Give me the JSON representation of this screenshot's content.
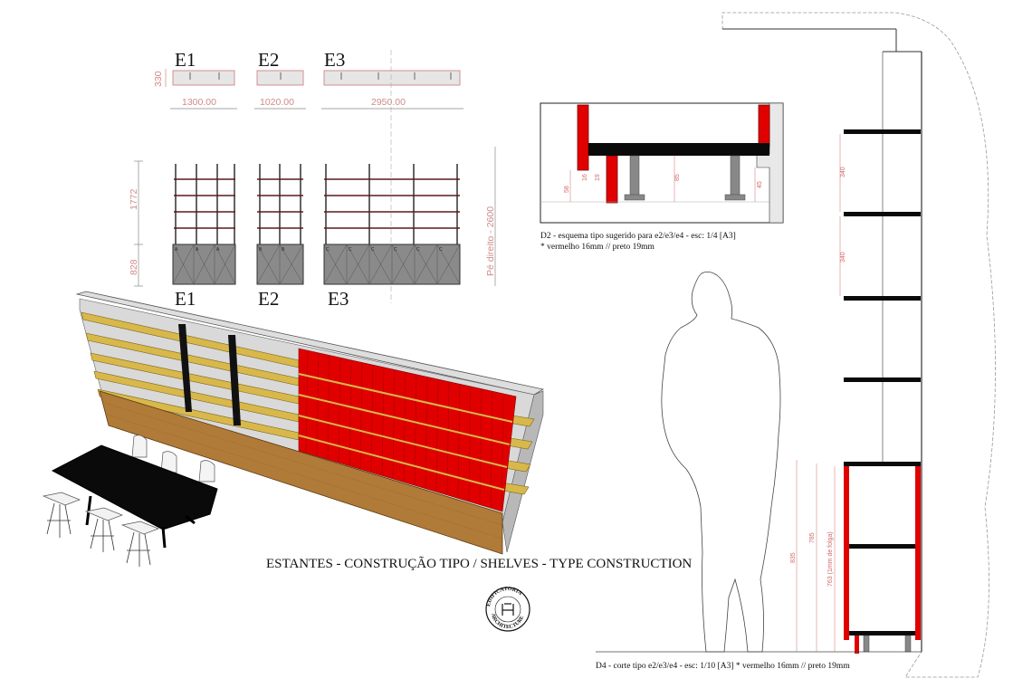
{
  "elevations": {
    "top_labels": [
      "E1",
      "E2",
      "E3"
    ],
    "bottom_labels": [
      "E1",
      "E2",
      "E3"
    ],
    "depth_dim": "330",
    "width_dims": [
      "1300.00",
      "1020.00",
      "2950.00"
    ],
    "height_upper": "1772",
    "height_lower": "828",
    "ceiling_height": "Pé direito - 2600",
    "cabinet_letters": {
      "e1": [
        "A",
        "A",
        "A"
      ],
      "e2": [
        "B",
        "B"
      ],
      "e3": [
        "C",
        "C",
        "C",
        "C",
        "C",
        "C"
      ]
    }
  },
  "detail_d2": {
    "caption": "D2 - esquema tipo sugerido para e2/e3/e4 - esc: 1/4  [A3]",
    "note": "* vermelho 16mm // preto 19mm",
    "dims": [
      "58",
      "16",
      "19",
      "85",
      "45"
    ]
  },
  "detail_d4": {
    "caption": "D4 - corte tipo e2/e3/e4 - esc: 1/10 [A3] * vermelho 16mm // preto 19mm",
    "dims": [
      "340",
      "340",
      "835",
      "785",
      "763 (1mm de folga)"
    ]
  },
  "title": "ESTANTES - CONSTRUÇÃO TIPO / SHELVES - TYPE CONSTRUCTION",
  "seal": {
    "top": "EDIFICATORIA",
    "bottom": "ARCHITECTURE"
  },
  "colors": {
    "red": "#e00000",
    "shelf_yellow": "#d8b84a",
    "wood": "#b07a38",
    "cabinet_gray": "#8a8a8a",
    "dim_pink": "#d08a8a",
    "dark_shelf": "#5a1a1a"
  }
}
